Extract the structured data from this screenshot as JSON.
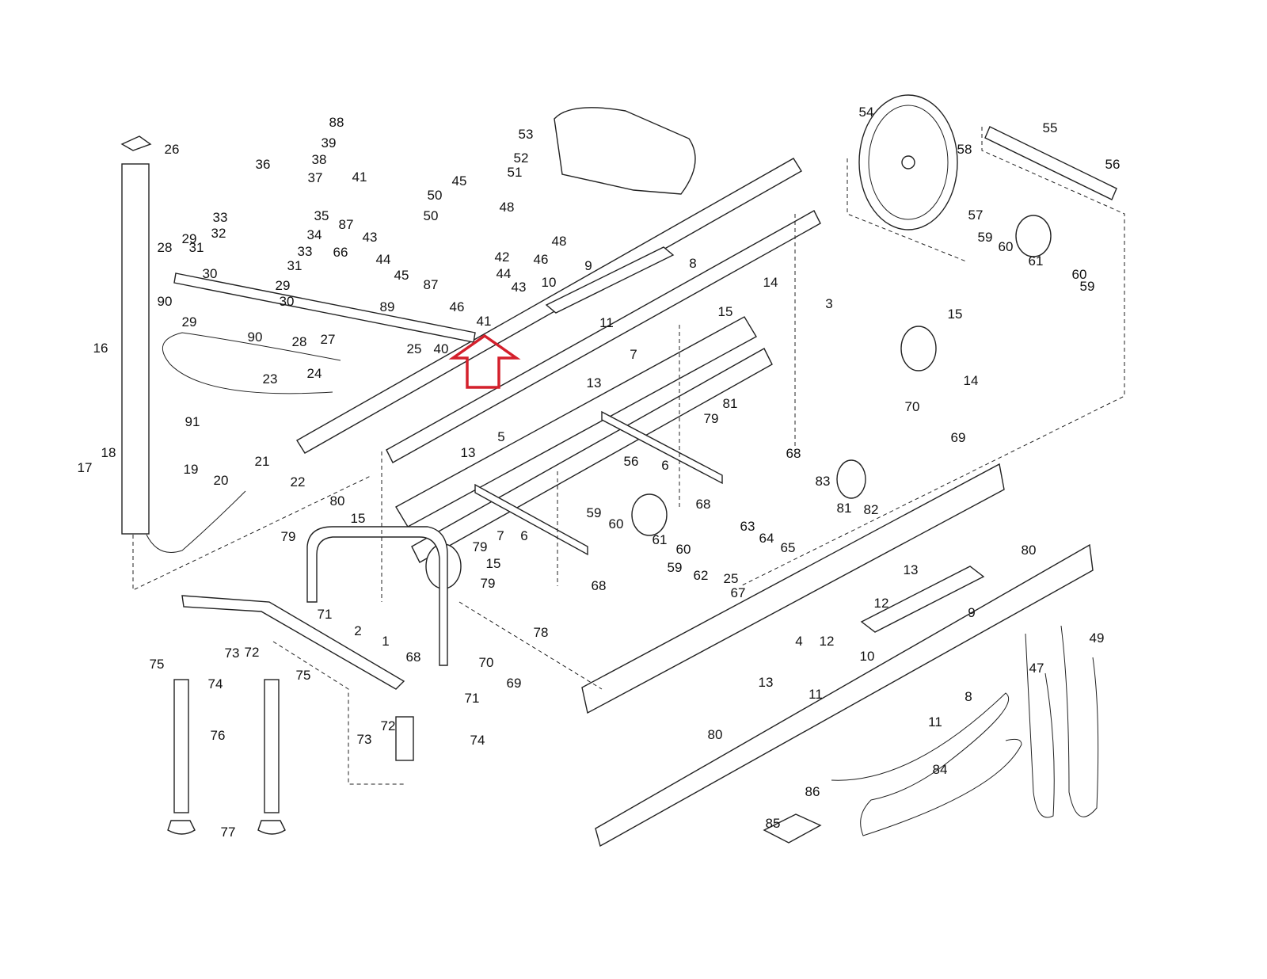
{
  "diagram": {
    "type": "exploded parts diagram",
    "highlight_color": "#d4202c",
    "highlight_shape": "arrow-up outline",
    "callouts": [
      "88",
      "39",
      "38",
      "36",
      "37",
      "26",
      "41",
      "45",
      "50",
      "53",
      "52",
      "51",
      "54",
      "55",
      "58",
      "56",
      "35",
      "87",
      "34",
      "33",
      "32",
      "33",
      "31",
      "31",
      "28",
      "29",
      "30",
      "90",
      "29",
      "30",
      "66",
      "43",
      "50",
      "48",
      "48",
      "44",
      "42",
      "46",
      "45",
      "44",
      "43",
      "87",
      "89",
      "46",
      "41",
      "10",
      "9",
      "8",
      "57",
      "59",
      "60",
      "61",
      "60",
      "59",
      "14",
      "3",
      "15",
      "15",
      "11",
      "7",
      "29",
      "90",
      "28",
      "27",
      "40",
      "25",
      "16",
      "23",
      "24",
      "14",
      "13",
      "81",
      "79",
      "70",
      "69",
      "91",
      "5",
      "13",
      "56",
      "6",
      "68",
      "83",
      "18",
      "17",
      "19",
      "21",
      "22",
      "20",
      "80",
      "68",
      "81",
      "82",
      "59",
      "60",
      "61",
      "7",
      "6",
      "80",
      "79",
      "15",
      "79",
      "63",
      "64",
      "65",
      "60",
      "59",
      "62",
      "15",
      "25",
      "67",
      "13",
      "68",
      "79",
      "12",
      "9",
      "71",
      "78",
      "2",
      "1",
      "73",
      "72",
      "12",
      "4",
      "75",
      "75",
      "74",
      "68",
      "70",
      "69",
      "13",
      "10",
      "47",
      "49",
      "71",
      "11",
      "8",
      "11",
      "76",
      "80",
      "73",
      "72",
      "74",
      "84",
      "86",
      "85",
      "77"
    ]
  }
}
